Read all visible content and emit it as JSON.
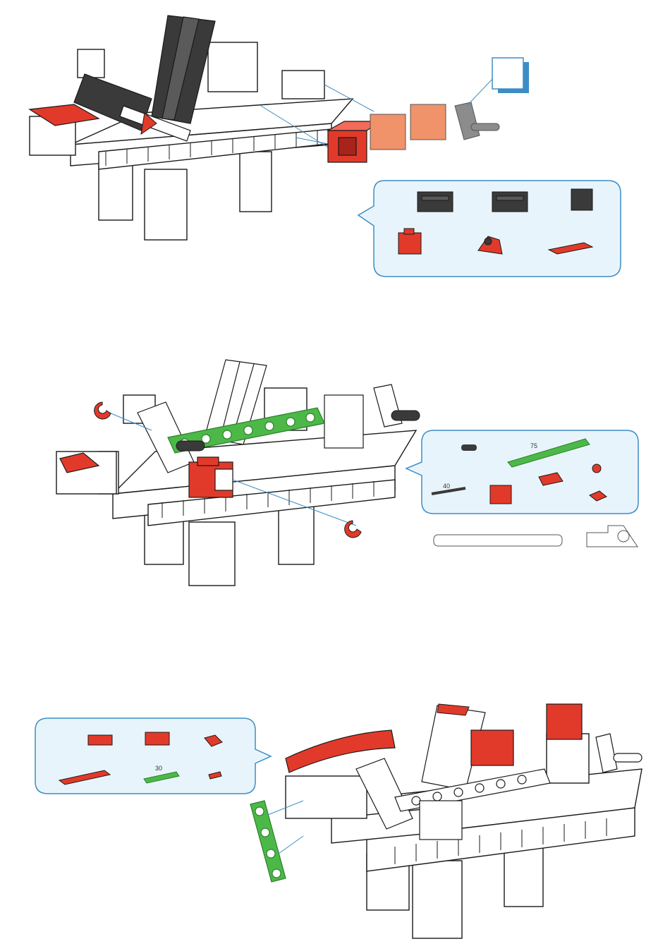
{
  "colors": {
    "red": "#e23a2a",
    "red_dark": "#a8231a",
    "salmon": "#f0926a",
    "white_part": "#ffffff",
    "outline": "#1a1a1a",
    "dark": "#3a3a3a",
    "dark_light": "#5a5a5a",
    "green": "#4cb848",
    "green_dark": "#2a7f2a",
    "gray": "#8c8c8c",
    "callout_fill": "#e8f4fb",
    "callout_stroke": "#3c8dc5"
  },
  "steps": [
    {
      "callout": {
        "parts": [
          "dark-block-30",
          "dark-block-30",
          "dark-block-15",
          "red-block-15",
          "red-angle-block",
          "red-plate-30"
        ]
      }
    },
    {
      "callout": {
        "labels": {
          "strut": "75",
          "axle": "40"
        },
        "parts": [
          "dark-axle-short",
          "green-strut-75",
          "red-clip",
          "black-axle-40",
          "red-block-15",
          "red-plate",
          "red-coupling"
        ]
      },
      "scale_items": [
        "axle-scale",
        "clip-scale"
      ]
    },
    {
      "callout": {
        "labels": {
          "strut": "30"
        },
        "parts": [
          "red-plate-15",
          "red-spring-plate",
          "red-connector",
          "red-plate-60",
          "green-strut-30",
          "red-pin"
        ]
      }
    }
  ]
}
